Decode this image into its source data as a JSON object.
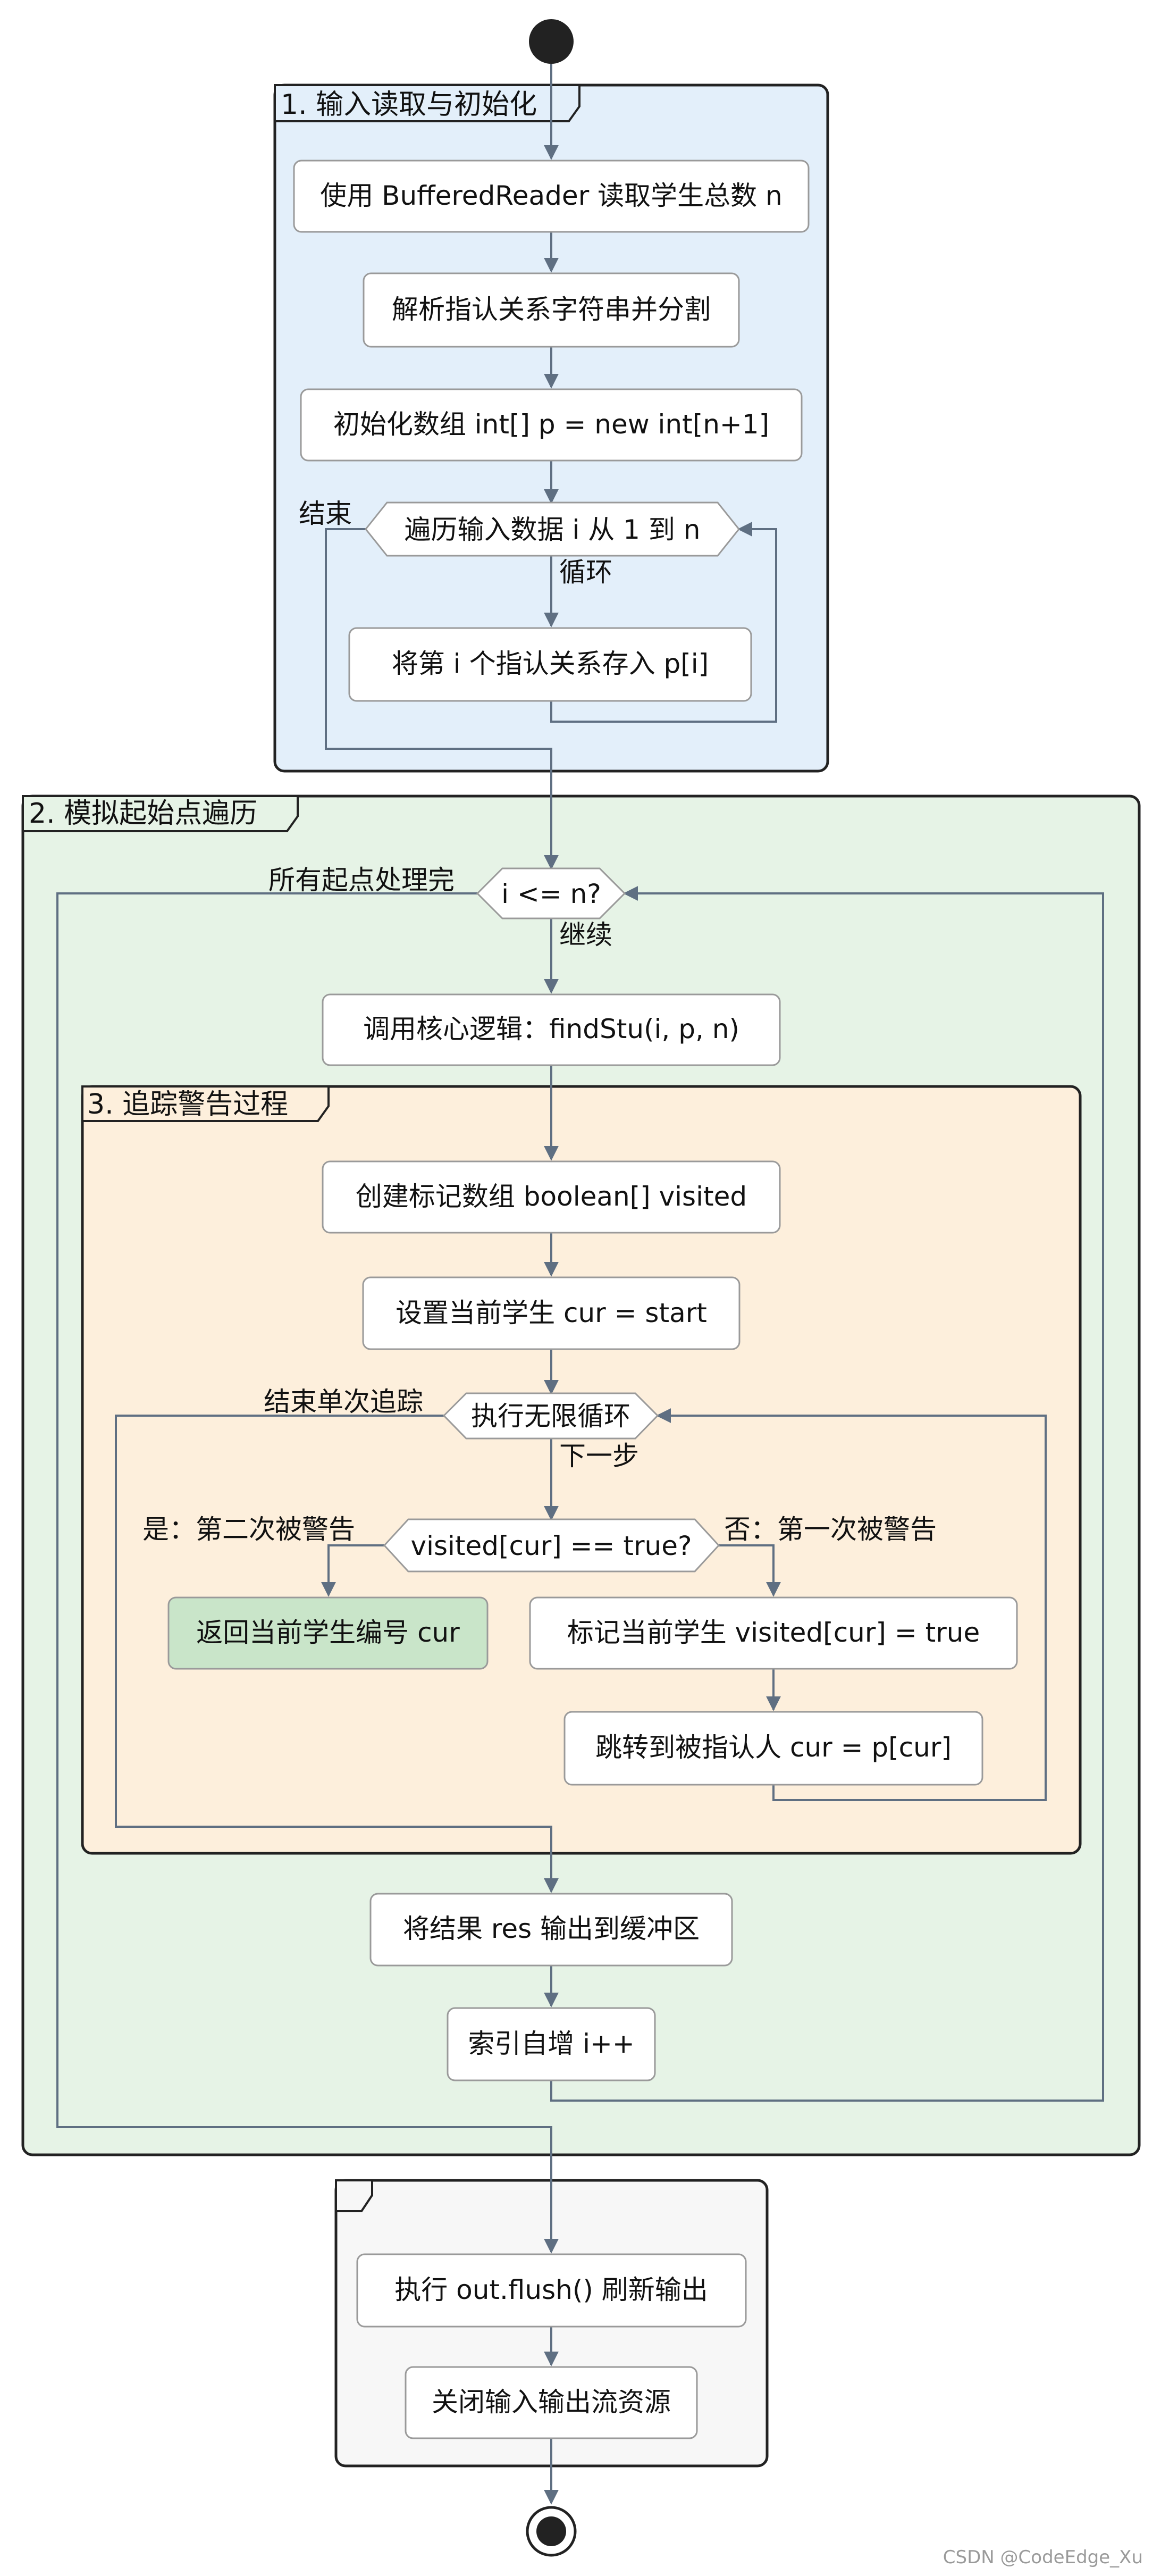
{
  "colors": {
    "section1_bg": "#e3effa",
    "section2_bg": "#e6f3e6",
    "section3_bg": "#fdefdc",
    "section4_bg": "#f7f7f7",
    "return_node_bg": "#c9e5c9",
    "arrow": "#5f6f82",
    "border": "#222222"
  },
  "section1": {
    "title": "1. 输入读取与初始化",
    "step_read_n": "使用 BufferedReader 读取学生总数 n",
    "step_parse": "解析指认关系字符串并分割",
    "step_init": "初始化数组 int[] p = new int[n+1]",
    "loop_cond": "遍历输入数据 i 从 1 到 n",
    "loop_label": "循环",
    "loop_exit": "结束",
    "loop_body": "将第 i 个指认关系存入 p[i]"
  },
  "section2": {
    "title": "2. 模拟起始点遍历",
    "cond": "i <= n?",
    "cond_exit": "所有起点处理完",
    "cond_continue": "继续",
    "call": "调用核心逻辑：findStu(i, p, n)",
    "output": "将结果 res 输出到缓冲区",
    "increment": "索引自增 i++"
  },
  "section3": {
    "title": "3. 追踪警告过程",
    "create_visited": "创建标记数组 boolean[] visited",
    "set_cur": "设置当前学生 cur = start",
    "infinite_loop": "执行无限循环",
    "loop_exit": "结束单次追踪",
    "next_step": "下一步",
    "check": "visited[cur] == true?",
    "yes_label": "是：第二次被警告",
    "no_label": "否：第一次被警告",
    "return": "返回当前学生编号 cur",
    "mark": "标记当前学生 visited[cur] = true",
    "jump": "跳转到被指认人 cur = p[cur]"
  },
  "section4": {
    "flush": "执行 out.flush() 刷新输出",
    "close": "关闭输入输出流资源"
  },
  "footer": {
    "watermark": "CSDN @CodeEdge_Xu"
  }
}
